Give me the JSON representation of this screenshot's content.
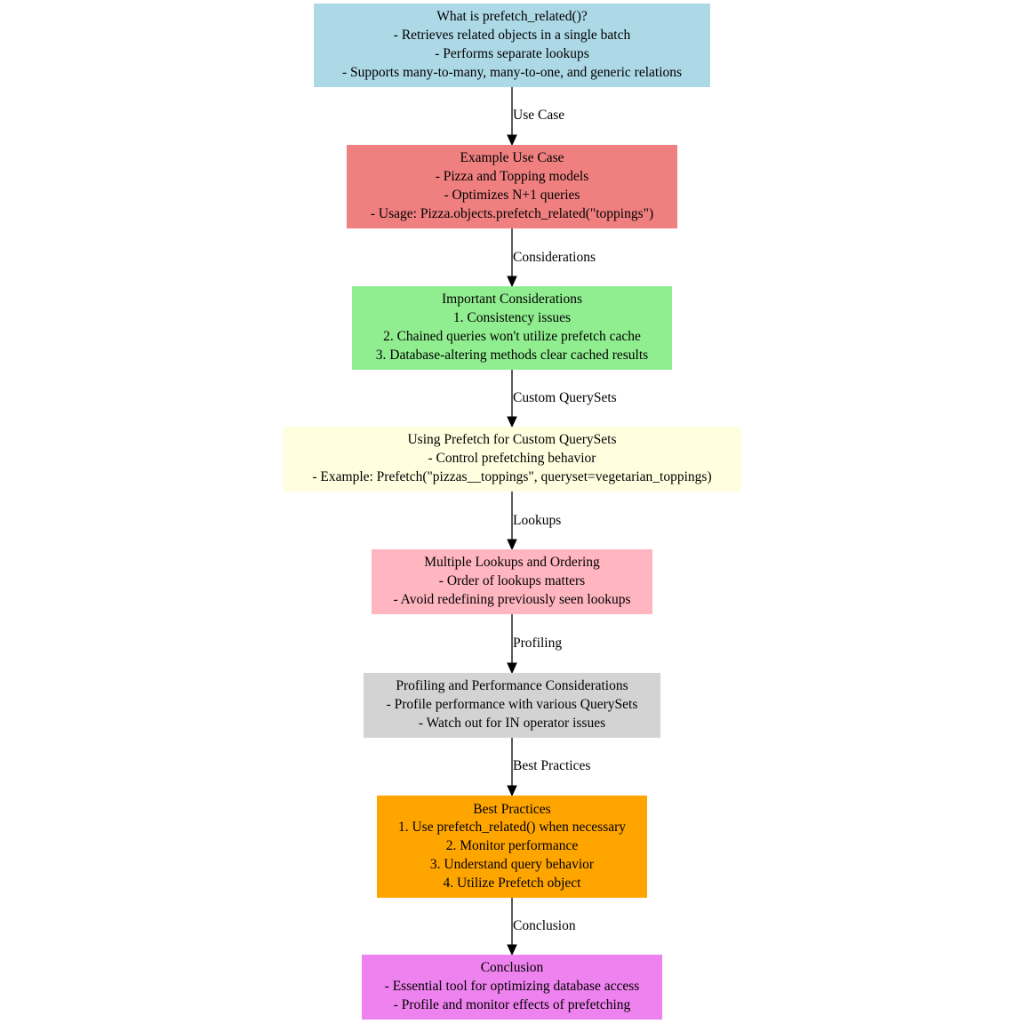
{
  "nodes": [
    {
      "id": "what",
      "color": "#add8e6",
      "lines": [
        "What is prefetch_related()?",
        "- Retrieves related objects in a single batch",
        "- Performs separate lookups",
        "- Supports many-to-many, many-to-one, and generic relations"
      ]
    },
    {
      "id": "example",
      "color": "#f08080",
      "lines": [
        "Example Use Case",
        "- Pizza and Topping models",
        "- Optimizes N+1 queries",
        "- Usage: Pizza.objects.prefetch_related(\"toppings\")"
      ]
    },
    {
      "id": "considerations",
      "color": "#90ee90",
      "lines": [
        "Important Considerations",
        "1. Consistency issues",
        "2. Chained queries won't utilize prefetch cache",
        "3. Database-altering methods clear cached results"
      ]
    },
    {
      "id": "custom",
      "color": "#ffffe0",
      "lines": [
        "Using Prefetch for Custom QuerySets",
        "- Control prefetching behavior",
        "- Example: Prefetch(\"pizzas__toppings\", queryset=vegetarian_toppings)"
      ]
    },
    {
      "id": "lookups",
      "color": "#ffb6c1",
      "lines": [
        "Multiple Lookups and Ordering",
        "- Order of lookups matters",
        "- Avoid redefining previously seen lookups"
      ]
    },
    {
      "id": "profiling",
      "color": "#d3d3d3",
      "lines": [
        "Profiling and Performance Considerations",
        "- Profile performance with various QuerySets",
        "- Watch out for IN operator issues"
      ]
    },
    {
      "id": "best",
      "color": "#ffa500",
      "lines": [
        "Best Practices",
        "1. Use prefetch_related() when necessary",
        "2. Monitor performance",
        "3. Understand query behavior",
        "4. Utilize Prefetch object"
      ]
    },
    {
      "id": "conclusion",
      "color": "#ee82ee",
      "lines": [
        "Conclusion",
        "- Essential tool for optimizing database access",
        "- Profile and monitor effects of prefetching"
      ]
    }
  ],
  "edges": [
    {
      "from": "what",
      "to": "example",
      "label": "Use Case"
    },
    {
      "from": "example",
      "to": "considerations",
      "label": "Considerations"
    },
    {
      "from": "considerations",
      "to": "custom",
      "label": "Custom QuerySets"
    },
    {
      "from": "custom",
      "to": "lookups",
      "label": "Lookups"
    },
    {
      "from": "lookups",
      "to": "profiling",
      "label": "Profiling"
    },
    {
      "from": "profiling",
      "to": "best",
      "label": "Best Practices"
    },
    {
      "from": "best",
      "to": "conclusion",
      "label": "Conclusion"
    }
  ]
}
